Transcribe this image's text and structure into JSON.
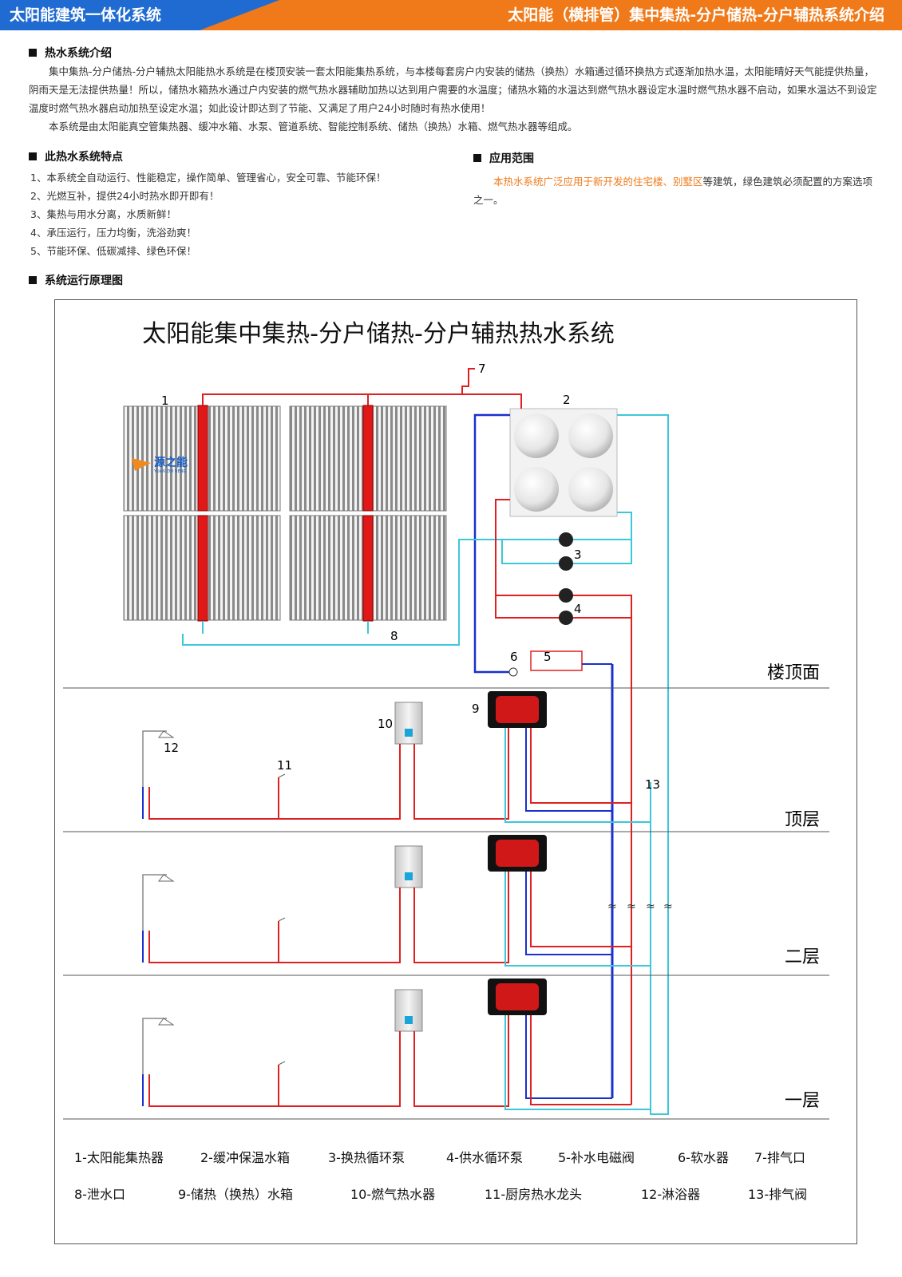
{
  "header": {
    "left_title": "太阳能建筑一体化系统",
    "right_title": "太阳能（横排管）集中集热-分户储热-分户辅热系统介绍"
  },
  "intro": {
    "title": "热水系统介绍",
    "p1": "集中集热-分户储热-分户辅热太阳能热水系统是在楼顶安装一套太阳能集热系统，与本楼每套房户内安装的储热（换热）水箱通过循环换热方式逐渐加热水温，太阳能晴好天气能提供热量，阴雨天是无法提供热量！所以，储热水箱热水通过户内安装的燃气热水器辅助加热以达到用户需要的水温度；储热水箱的水温达到燃气热水器设定水温时燃气热水器不启动，如果水温达不到设定温度时燃气热水器启动加热至设定水温；如此设计即达到了节能、又满足了用户24小时随时有热水使用！",
    "p2": "本系统是由太阳能真空管集热器、缓冲水箱、水泵、管道系统、智能控制系统、储热（换热）水箱、燃气热水器等组成。"
  },
  "features": {
    "title": "此热水系统特点",
    "items": [
      "1、本系统全自动运行、性能稳定，操作简单、管理省心，安全可靠、节能环保！",
      "2、光燃互补，提供24小时热水即开即有！",
      "3、集热与用水分离，水质新鲜！",
      "4、承压运行，压力均衡，洗浴劲爽！",
      "5、节能环保、低碳减排、绿色环保！"
    ]
  },
  "scope": {
    "title": "应用范围",
    "highlight": "本热水系统广泛应用于新开发的住宅楼、别墅区",
    "rest": "等建筑，绿色建筑必须配置的方案选项之一。"
  },
  "diagram_section": {
    "title": "系统运行原理图"
  },
  "diagram": {
    "title": "太阳能集中集热-分户储热-分户辅热热水系统",
    "logo": "源之能",
    "logo_sub": "YUAN ZHI NENG",
    "floors": [
      "楼顶面",
      "顶层",
      "二层",
      "一层"
    ],
    "callouts": [
      "1",
      "2",
      "3",
      "4",
      "5",
      "6",
      "7",
      "8",
      "9",
      "10",
      "11",
      "12",
      "13"
    ],
    "legend_row1": [
      "1-太阳能集热器",
      "2-缓冲保温水箱",
      "3-换热循环泵",
      "4-供水循环泵",
      "5-补水电磁阀",
      "6-软水器",
      "7-排气口"
    ],
    "legend_row2": [
      "8-泄水口",
      "9-储热（换热）水箱",
      "10-燃气热水器",
      "11-厨房热水龙头",
      "12-淋浴器",
      "13-排气阀"
    ],
    "colors": {
      "hot": "#e02020",
      "cold": "#1a2fd0",
      "return": "#3cc8d8",
      "collector": "#e01818",
      "tube": "#8a8a8a"
    }
  }
}
